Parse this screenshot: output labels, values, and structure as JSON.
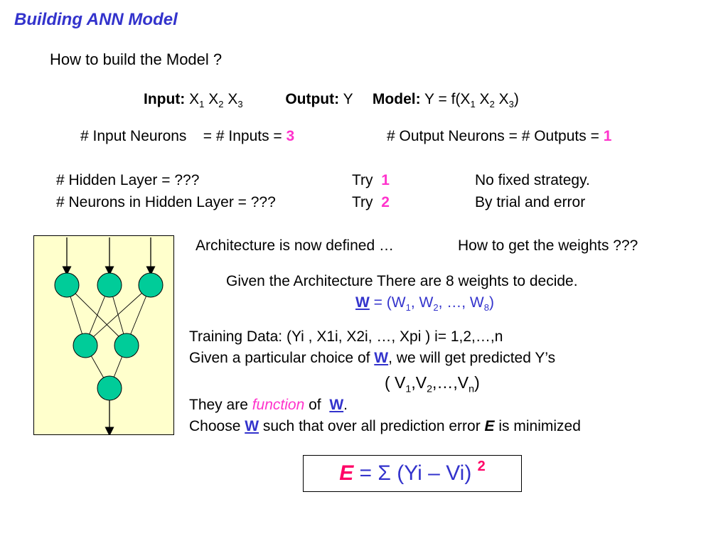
{
  "title": "Building ANN Model",
  "subtitle": "How to build the Model ?",
  "io_line": {
    "input_label": "Input:",
    "output_label": "Output:",
    "output_value": "Y",
    "model_label": "Model:",
    "model_prefix": "Y = f(X",
    "x": "X",
    "s1": "1",
    "s2": "2",
    "s3": "3",
    "close": ")"
  },
  "neurons_line": {
    "input_text": "# Input Neurons    = # Inputs = ",
    "input_count": "3",
    "output_text": "# Output Neurons = # Outputs = ",
    "output_count": "1"
  },
  "hidden": {
    "layer_text": "# Hidden Layer = ???",
    "neurons_text": "# Neurons in Hidden Layer = ???",
    "try_label": "Try",
    "try1": "1",
    "try2": "2",
    "note1": "No fixed strategy.",
    "note2": "By trial and error"
  },
  "architecture": {
    "defined": "Architecture is now defined …",
    "question": "How to get the weights ???",
    "given": "Given the Architecture There are 8 weights to decide.",
    "w": "W",
    "w_eq": " = (W",
    "w_mid1": ", W",
    "w_mid2": ", …, W",
    "w_close": ")",
    "s1": "1",
    "s2": "2",
    "s8": "8"
  },
  "training": {
    "line1": "Training Data: (Yi , X1i, X2i, …, Xpi )   i= 1,2,…,n",
    "line2_pre": "Given a particular choice of ",
    "line2_post": ", we will get predicted Y’s",
    "v_open": "( V",
    "v_comma1": ",V",
    "v_comma2": ",…,V",
    "v_close": ")",
    "v_s1": "1",
    "v_s2": "2",
    "v_sn": "n",
    "line4_pre": "They are ",
    "function": "function",
    "line4_mid": " of  ",
    "line4_post": ".",
    "line5_pre": "Choose ",
    "line5_mid": " such that over all prediction error ",
    "e": "E",
    "line5_post": " is minimized",
    "w": "W"
  },
  "formula": {
    "e": "E",
    "eq": " = Σ (Yi – Vi) ",
    "exp": "2"
  },
  "colors": {
    "title": "#3333cc",
    "highlight": "#ff33cc",
    "diagram_bg": "#ffffcc",
    "node_fill": "#00cc99"
  }
}
